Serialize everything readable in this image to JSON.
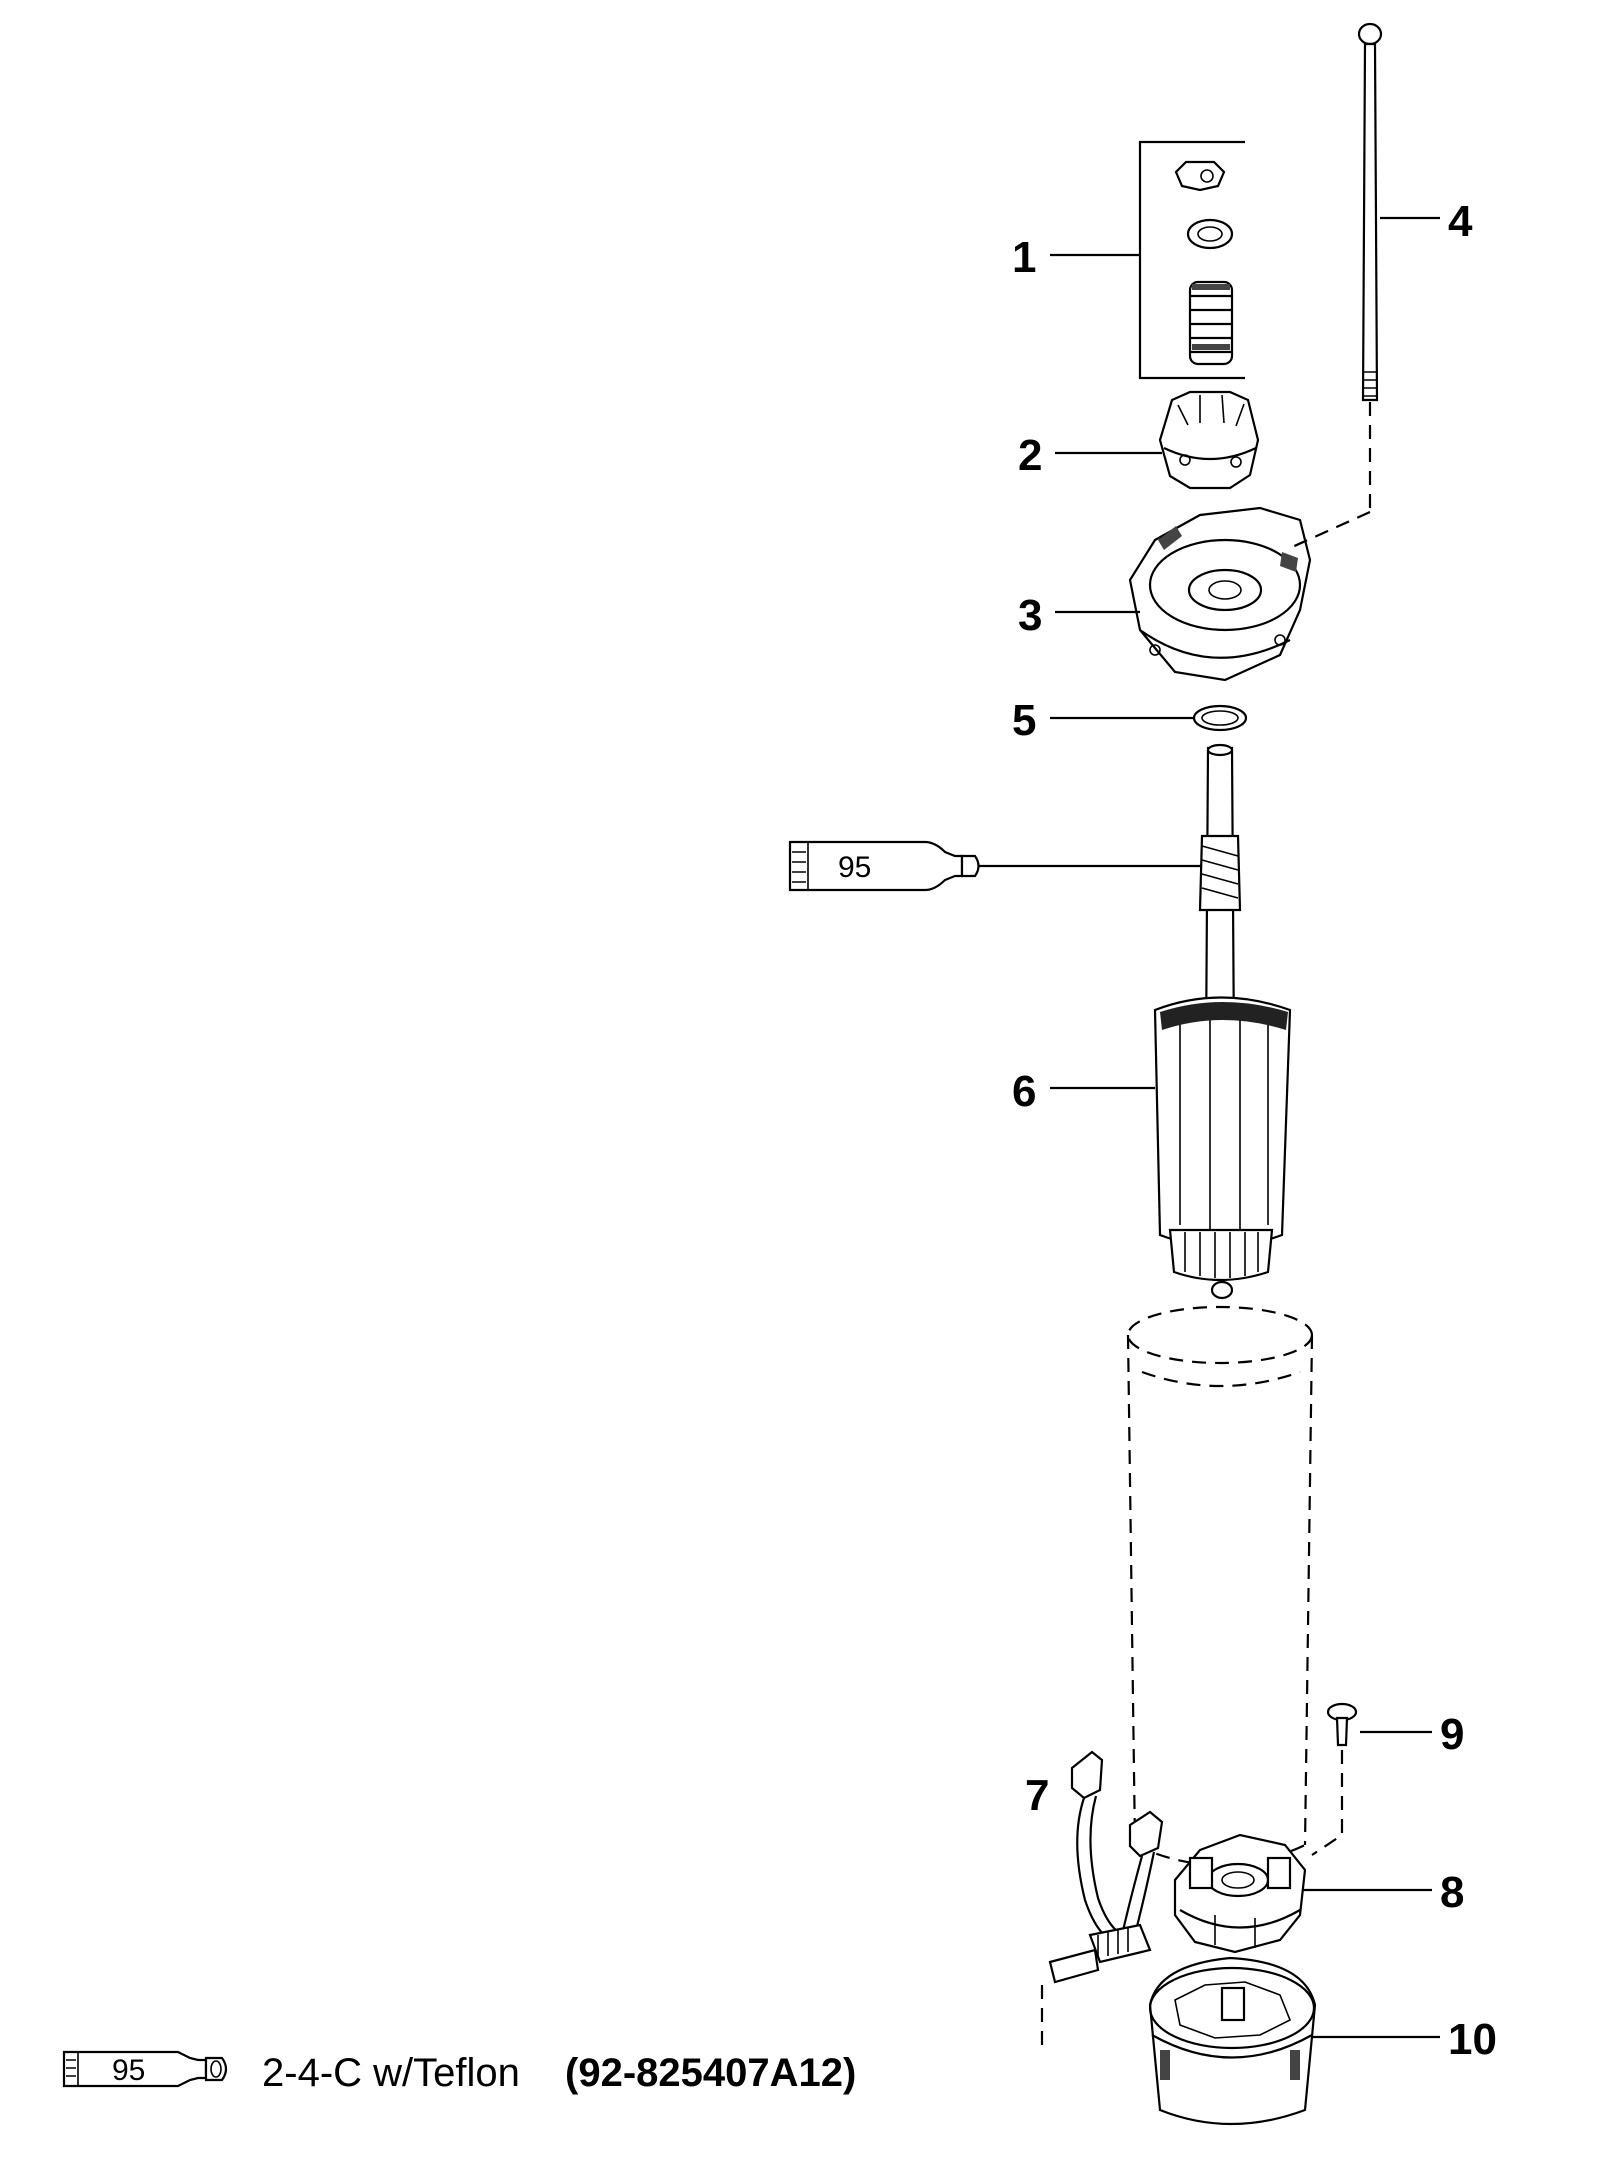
{
  "callouts": [
    {
      "number": "1"
    },
    {
      "number": "2"
    },
    {
      "number": "3"
    },
    {
      "number": "4"
    },
    {
      "number": "5"
    },
    {
      "number": "6"
    },
    {
      "number": "7"
    },
    {
      "number": "8"
    },
    {
      "number": "9"
    },
    {
      "number": "10"
    }
  ],
  "lubricant_tube": {
    "number": "95"
  },
  "legend": {
    "tube_number": "95",
    "description": "2-4-C w/Teflon",
    "part_number": "(92-825407A12)"
  }
}
